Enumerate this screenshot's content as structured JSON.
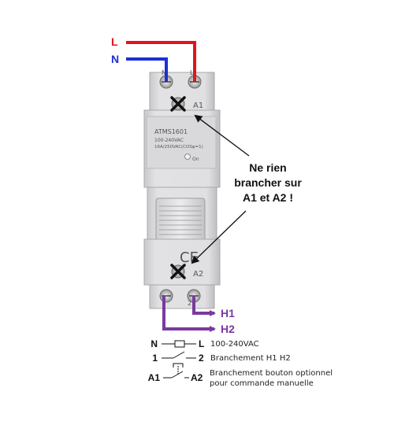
{
  "wires": {
    "l_label": "L",
    "n_label": "N",
    "h1_label": "H1",
    "h2_label": "H2",
    "colors": {
      "live": "#e0141e",
      "neutral": "#1d2fd6",
      "output": "#7a3aa0"
    }
  },
  "device": {
    "top_n": "N",
    "top_l": "L",
    "a1": "A1",
    "a2": "A2",
    "model": "ATMS1601",
    "voltage": "100-240VAC",
    "rating": "16A/250VAC(COSφ=1)",
    "on_label": "On",
    "ce_mark": "CE",
    "bottom_1": "1",
    "bottom_2": "2"
  },
  "warning": {
    "line1": "Ne rien",
    "line2": "brancher sur",
    "line3": "A1 et A2 !"
  },
  "legend": {
    "row1": {
      "left": "N",
      "right": "L",
      "text": "100-240VAC"
    },
    "row2": {
      "left": "1",
      "right": "2",
      "text": "Branchement H1 H2"
    },
    "row3": {
      "left": "A1",
      "right": "A2",
      "text1": "Branchement bouton optionnel",
      "text2": "pour commande manuelle"
    }
  }
}
